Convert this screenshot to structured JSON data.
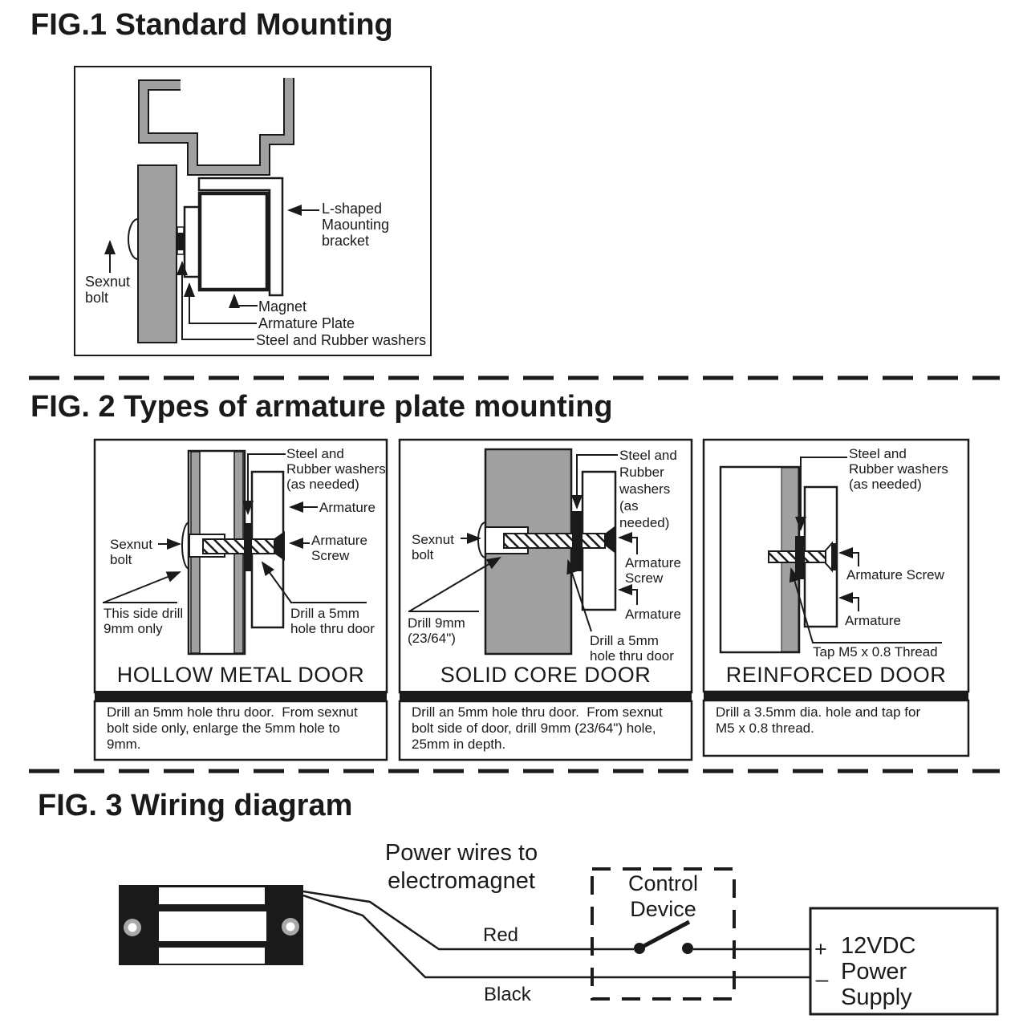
{
  "fig1": {
    "title": "FIG.1 Standard Mounting",
    "labels": {
      "sexnut_bolt": "Sexnut\nbolt",
      "bracket": "L-shaped\nMaounting\nbracket",
      "magnet": "Magnet",
      "armature_plate": "Armature Plate",
      "washers": "Steel and Rubber washers"
    }
  },
  "fig2": {
    "title": "FIG. 2 Types of armature plate mounting",
    "panels": [
      {
        "door_type": "HOLLOW METAL DOOR",
        "labels": {
          "washers": "Steel and\nRubber washers\n(as needed)",
          "armature": "Armature",
          "armature_screw": "Armature\nScrew",
          "sexnut_bolt": "Sexnut\nbolt",
          "side_note": "This side drill\n9mm only",
          "drill_note": "Drill a 5mm\nhole thru door"
        },
        "caption": "Drill an 5mm hole thru door.  From sexnut\nbolt side only, enlarge the 5mm hole to\n9mm."
      },
      {
        "door_type": "SOLID CORE DOOR",
        "labels": {
          "washers": "Steel and\nRubber\nwashers\n(as\nneeded)",
          "sexnut_bolt": "Sexnut\nbolt",
          "drill9_note": "Drill 9mm\n(23/64\")",
          "armature_screw": "Armature\nScrew",
          "armature": "Armature",
          "drill_note": "Drill a 5mm\nhole thru door"
        },
        "caption": "Drill an 5mm hole thru door.  From sexnut\nbolt side of door, drill 9mm (23/64\") hole,\n25mm in depth."
      },
      {
        "door_type": "REINFORCED DOOR",
        "labels": {
          "washers": "Steel and\nRubber washers\n(as needed)",
          "armature_screw": "Armature Screw",
          "armature": "Armature",
          "tap_note": "Tap M5 x 0.8 Thread"
        },
        "caption": "Drill a 3.5mm dia. hole and tap for\nM5 x 0.8 thread."
      }
    ]
  },
  "fig3": {
    "title": "FIG. 3 Wiring diagram",
    "labels": {
      "power_wires": "Power wires to\nelectromagnet",
      "red_wire": "Red",
      "black_wire": "Black",
      "control_device": "Control\nDevice",
      "plus": "+",
      "minus": "_",
      "power_supply": "12VDC\nPower\nSupply"
    }
  },
  "colors": {
    "door_gray": "#a0a0a0",
    "line_black": "#1a1a1a",
    "hole_ring_gray": "#a8a8a8"
  }
}
